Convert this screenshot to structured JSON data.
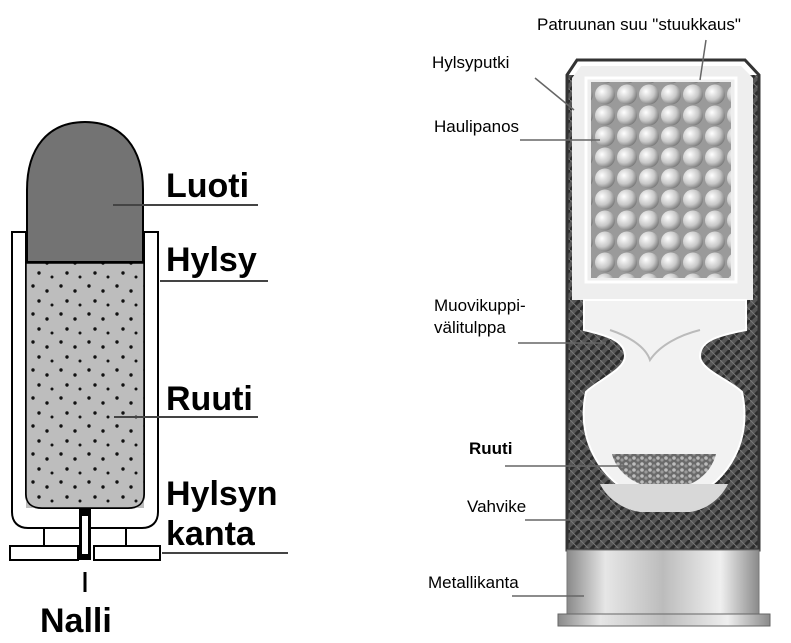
{
  "left_diagram": {
    "labels": {
      "bullet": "Luoti",
      "case": "Hylsy",
      "powder": "Ruuti",
      "case_base_line1": "Hylsyn",
      "case_base_line2": "kanta",
      "primer": "Nalli"
    }
  },
  "right_diagram": {
    "labels": {
      "crimp": "Patruunan suu \"stuukkaus\"",
      "hull": "Hylsyputki",
      "shot": "Haulipanos",
      "wad_line1": "Muovikuppi-",
      "wad_line2": "välitulppa",
      "powder": "Ruuti",
      "reinforcement": "Vahvike",
      "metal_head": "Metallikanta"
    }
  }
}
